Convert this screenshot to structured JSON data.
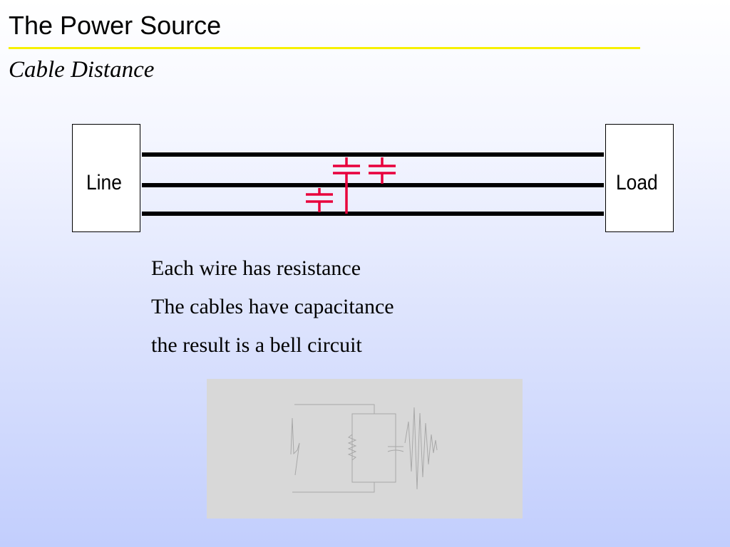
{
  "slide": {
    "title": "The Power Source",
    "subtitle": "Cable Distance",
    "accent_color": "#f7f000"
  },
  "diagram": {
    "line_box_label": "Line",
    "load_box_label": "Load",
    "wire_color": "#000000",
    "capacitor_color": "#e8003c"
  },
  "bullets": [
    "Each wire has resistance",
    "The cables have capacitance",
    "the result is a bell circuit"
  ],
  "inset_figure": {
    "background": "#d8d8d8",
    "line_color": "#aaaaaa"
  }
}
